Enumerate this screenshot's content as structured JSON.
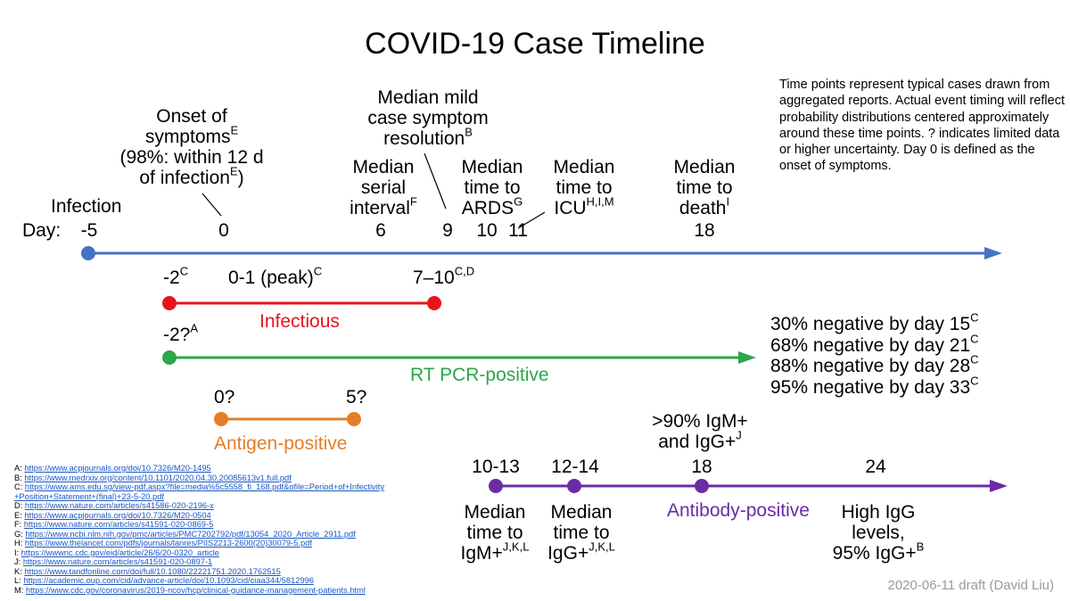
{
  "title": "COVID-19 Case Timeline",
  "note": "Time points represent typical cases drawn from aggregated reports. Actual event timing will reflect probability distributions centered approximately around these time points. ? indicates limited data or higher uncertainty. Day 0 is defined as the onset of symptoms.",
  "colors": {
    "blue": "#4472c4",
    "red": "#e8141b",
    "green": "#2ea64a",
    "orange": "#e57e27",
    "purple": "#6b2ca3"
  },
  "timeline": {
    "day_label": "Day:",
    "days": [
      "-5",
      "0",
      "6",
      "9",
      "10",
      "11",
      "18"
    ],
    "events": {
      "infection": "Infection",
      "onset_1": "Onset of",
      "onset_2": "symptoms",
      "onset_2_sup": "E",
      "onset_3": "(98%: within 12 d",
      "onset_4": "of infection",
      "onset_4_sup": "E",
      "onset_4_end": ")",
      "mild_1": "Median mild",
      "mild_2": "case symptom",
      "mild_3": "resolution",
      "mild_3_sup": "B",
      "serial_1": "Median",
      "serial_2": "serial",
      "serial_3": "interval",
      "serial_3_sup": "F",
      "ards_1": "Median",
      "ards_2": "time to",
      "ards_3": "ARDS",
      "ards_3_sup": "G",
      "icu_1": "Median",
      "icu_2": "time to",
      "icu_3": "ICU",
      "icu_3_sup": "H,I,M",
      "death_1": "Median",
      "death_2": "time to",
      "death_3": "death",
      "death_3_sup": "I"
    }
  },
  "infectious": {
    "label": "Infectious",
    "start": "-2",
    "start_sup": "C",
    "peak": "0-1 (peak)",
    "peak_sup": "C",
    "end": "7–10",
    "end_sup": "C,D"
  },
  "pcr": {
    "label": "RT PCR-positive",
    "start": "-2?",
    "start_sup": "A",
    "negatives": [
      {
        "text": "30% negative by day 15",
        "sup": "C"
      },
      {
        "text": "68% negative by day 21",
        "sup": "C"
      },
      {
        "text": "88% negative by day 28",
        "sup": "C"
      },
      {
        "text": "95% negative by day 33",
        "sup": "C"
      }
    ]
  },
  "antigen": {
    "label": "Antigen-positive",
    "start": "0?",
    "end": "5?"
  },
  "antibody": {
    "label": "Antibody-positive",
    "pos_1": ">90% IgM+",
    "pos_2": "and IgG+",
    "pos_2_sup": "J",
    "days": [
      "10-13",
      "12-14",
      "18",
      "24"
    ],
    "igm_1": "Median",
    "igm_2": "time to",
    "igm_3": "IgM+",
    "igm_3_sup": "J,K,L",
    "igg_1": "Median",
    "igg_2": "time to",
    "igg_3": "IgG+",
    "igg_3_sup": "J,K,L",
    "high_1": "High IgG",
    "high_2": "levels,",
    "high_3": "95% IgG+",
    "high_3_sup": "B"
  },
  "references": [
    {
      "key": "A:",
      "url": "https://www.acpjournals.org/doi/10.7326/M20-1495"
    },
    {
      "key": "B:",
      "url": "https://www.medrxiv.org/content/10.1101/2020.04.30.20085613v1.full.pdf"
    },
    {
      "key": "C:",
      "url": "https://www.ams.edu.sg/view-pdf.aspx?file=media%5c5558_fi_168.pdf&ofile=Period+of+Infectivity",
      "url2": "+Position+Statement+(final)+23-5-20.pdf"
    },
    {
      "key": "D:",
      "url": "https://www.nature.com/articles/s41586-020-2196-x"
    },
    {
      "key": "E:",
      "url": "https://www.acpjournals.org/doi/10.7326/M20-0504"
    },
    {
      "key": "F:",
      "url": "https://www.nature.com/articles/s41591-020-0869-5"
    },
    {
      "key": "G:",
      "url": "https://www.ncbi.nlm.nih.gov/pmc/articles/PMC7202792/pdf/13054_2020_Article_2911.pdf"
    },
    {
      "key": "H:",
      "url": "https://www.thelancet.com/pdfs/journals/lanres/PIIS2213-2600(20)30079-5.pdf"
    },
    {
      "key": "I:",
      "url": "https://wwwnc.cdc.gov/eid/article/26/6/20-0320_article"
    },
    {
      "key": "J:",
      "url": "https://www.nature.com/articles/s41591-020-0897-1"
    },
    {
      "key": "K:",
      "url": "https://www.tandfonline.com/doi/full/10.1080/22221751.2020.1762515"
    },
    {
      "key": "L:",
      "url": "https://academic.oup.com/cid/advance-article/doi/10.1093/cid/ciaa344/5812996"
    },
    {
      "key": "M:",
      "url": "https://www.cdc.gov/coronavirus/2019-ncov/hcp/clinical-guidance-management-patients.html"
    }
  ],
  "footer": "2020-06-11 draft (David Liu)"
}
